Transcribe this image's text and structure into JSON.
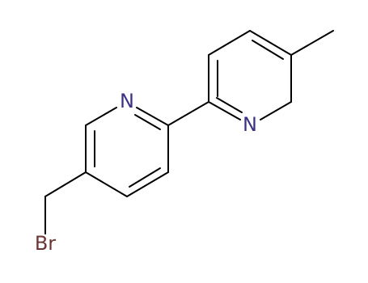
{
  "molecule": {
    "atoms": [
      {
        "id": "n1",
        "label": "N",
        "role": "pyridine-nitrogen-left-ring"
      },
      {
        "id": "n2",
        "label": "N",
        "role": "pyridine-nitrogen-right-ring"
      },
      {
        "id": "br",
        "label": "Br",
        "role": "bromine"
      }
    ]
  },
  "colors": {
    "bond": "#000000",
    "nitrogen": "#3a3282",
    "bromine": "#6b3535"
  }
}
